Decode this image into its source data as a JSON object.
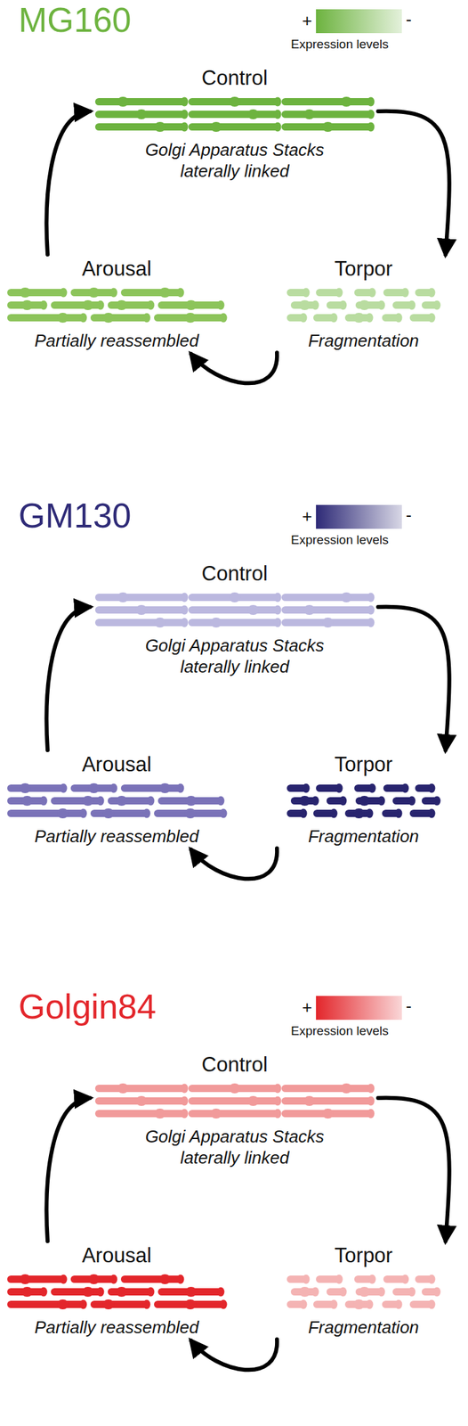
{
  "diagram": {
    "nodes": [
      {
        "text": [
          "Control",
          "Golgi Apparatus Stacks laterally linked"
        ]
      },
      {
        "text": [
          "Arousal",
          "Partially reassembled"
        ]
      },
      {
        "text": [
          "Torpor",
          "Fragmentation"
        ]
      },
      {
        "text": [
          "Control",
          "Golgi Apparatus Stacks laterally linked"
        ]
      },
      {
        "text": [
          "Arousal",
          "Partially reassembled"
        ]
      },
      {
        "text": [
          "Torpor",
          "Fragmentation"
        ]
      },
      {
        "text": [
          "Control",
          "Golgi Apparatus Stacks laterally linked"
        ]
      },
      {
        "text": [
          "Arousal",
          "Partially reassembled"
        ]
      },
      {
        "text": [
          "Torpor",
          "Fragmentation"
        ]
      }
    ],
    "edges": [
      {
        "from": 0,
        "to": 2,
        "arrow": "to"
      },
      {
        "from": 2,
        "to": 1,
        "arrow": "to"
      },
      {
        "from": 1,
        "to": 0,
        "arrow": "to"
      },
      {
        "from": 3,
        "to": 5,
        "arrow": "to"
      },
      {
        "from": 5,
        "to": 4,
        "arrow": "to"
      },
      {
        "from": 4,
        "to": 3,
        "arrow": "to"
      },
      {
        "from": 6,
        "to": 8,
        "arrow": "to"
      },
      {
        "from": 8,
        "to": 7,
        "arrow": "to"
      },
      {
        "from": 7,
        "to": 6,
        "arrow": "to"
      }
    ],
    "labels": [
      "MG160",
      "+",
      "-",
      "GM130",
      "+",
      "-",
      "Golgin84",
      "+",
      "-"
    ],
    "legend": [
      {
        "text": "Expression levels",
        "color": "#6db33f"
      },
      {
        "text": "Expression levels",
        "color": "#2e2a77"
      },
      {
        "text": "Expression levels",
        "color": "#e3262b"
      }
    ]
  }
}
